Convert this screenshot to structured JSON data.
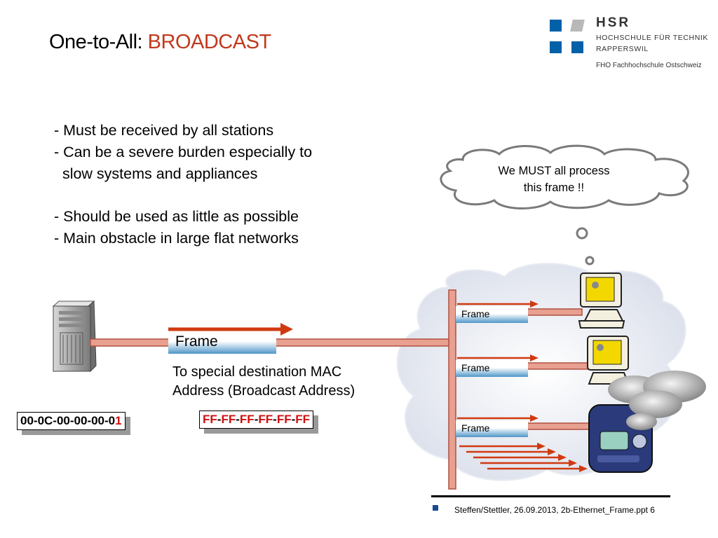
{
  "title": {
    "prefix": "One-to-All: ",
    "accent": "BROADCAST"
  },
  "logo": {
    "brand": "HSR",
    "line1": "HOCHSCHULE FÜR TECHNIK",
    "line2": "RAPPERSWIL",
    "line3": "FHO Fachhochschule Ostschweiz",
    "colors": {
      "blue": "#0060A8",
      "gray": "#B8B8B8"
    }
  },
  "bullets": [
    "- Must be received by all stations",
    "- Can be a severe burden especially to",
    "  slow systems and appliances",
    "- Should be used as little as possible",
    "- Main obstacle in large flat networks"
  ],
  "thought_bubble": {
    "line1": "We MUST all process",
    "line2": "this frame !!"
  },
  "diagram": {
    "frame_label": "Frame",
    "small_frames": [
      "Frame",
      "Frame",
      "Frame"
    ],
    "destination_text": {
      "line1": "To special destination MAC",
      "line2": "Address (Broadcast Address)"
    },
    "source_mac": {
      "prefix": "00-0C-00-00-00-0",
      "last": "1"
    },
    "dest_mac": {
      "parts": [
        "FF",
        "FF",
        "FF",
        "FF",
        "FF",
        "FF"
      ],
      "separator": "-"
    },
    "colors": {
      "cable": "#E8A090",
      "cable_edge": "#B05040",
      "arrow": "#D03A10",
      "frame_blue": "#4f96c8",
      "cloud": "#EEF0F6"
    }
  },
  "footer": {
    "text": "Steffen/Stettler, 26.09.2013, 2b-Ethernet_Frame.ppt 6"
  }
}
